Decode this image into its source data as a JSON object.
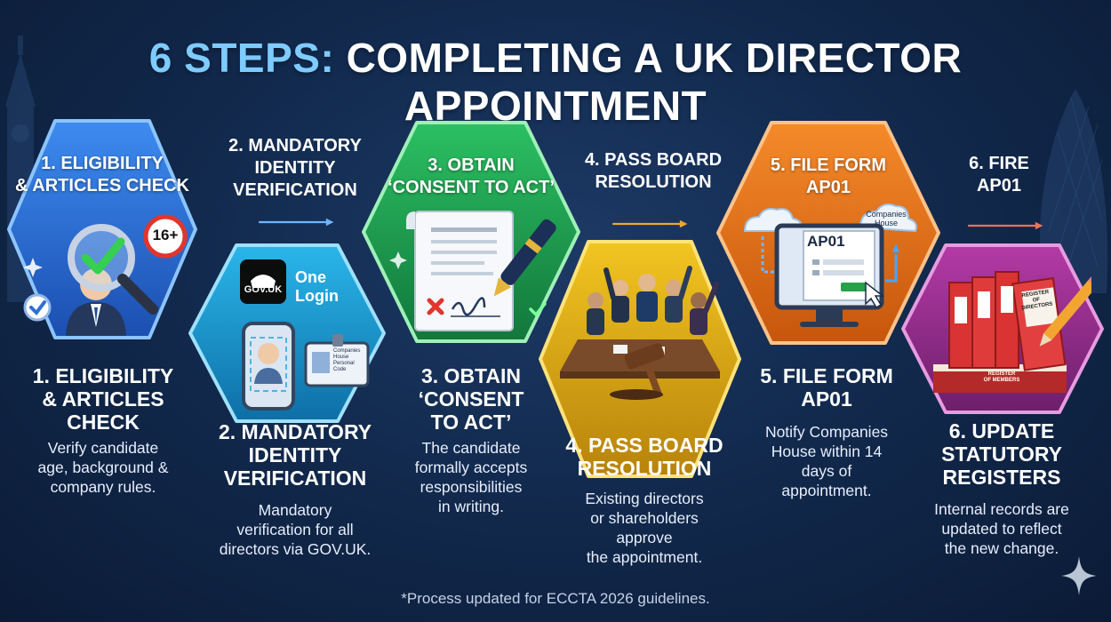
{
  "title": {
    "highlight": "6 STEPS:",
    "main": "COMPLETING A UK DIRECTOR APPOINTMENT"
  },
  "steps": [
    {
      "hex_title": "1. ELIGIBILITY\n& ARTICLES CHECK",
      "age_badge": "16+",
      "caption_title": "1. ELIGIBILITY\n& ARTICLES\nCHECK",
      "caption_desc": "Verify candidate\nage, background &\ncompany rules.",
      "color": "#2f6fd6"
    },
    {
      "flow_label": "2. MANDATORY\nIDENTITY\nVERIFICATION",
      "govuk_text": "GOV.UK",
      "one_login": "One\nLogin",
      "id_card_text": "Companies\nHouse\nPersonal\nCode",
      "caption_title": "2. MANDATORY\nIDENTITY\nVERIFICATION",
      "caption_desc": "Mandatory\nverification for all\ndirectors via GOV.UK.",
      "color": "#1fa3d4"
    },
    {
      "hex_title": "3. OBTAIN\n‘CONSENT TO ACT’",
      "caption_title": "3. OBTAIN\n‘CONSENT\nTO ACT’",
      "caption_desc": "The candidate\nformally accepts\nresponsibilities\nin writing.",
      "color": "#1f9a52"
    },
    {
      "flow_label": "4. PASS BOARD\nRESOLUTION",
      "caption_title": "4. PASS BOARD\nRESOLUTION",
      "caption_desc": "Existing directors\nor shareholders\napprove\nthe appointment.",
      "color": "#d9a710"
    },
    {
      "hex_title": "5. FILE FORM\nAP01",
      "form_label": "AP01",
      "companies_house": "Companies\nHouse",
      "caption_title": "5. FILE FORM\nAP01",
      "caption_desc": "Notify Companies\nHouse within 14\ndays of\nappointment.",
      "color": "#e8731c"
    },
    {
      "flow_label": "6. FIRE\nAP01",
      "register_label": "REGISTER\nOF\nDIRECTORS",
      "shareholders_label": "REGISTER\nOF MEMBERS",
      "caption_title": "6. UPDATE\nSTATUTORY\nREGISTERS",
      "caption_desc": "Internal records are\nupdated to reflect\nthe new change.",
      "color": "#9c2c8e"
    }
  ],
  "footnote": "*Process updated for ECCTA 2026 guidelines.",
  "colors": {
    "accent": "#7ecbff",
    "background": "#122a4e",
    "arrow": "#6fb6ff",
    "arrow_orange": "#f2a531",
    "arrow_red": "#f0705a"
  },
  "icons": [
    "magnifier-check-icon",
    "passport-phone-icon",
    "signed-document-pen-icon",
    "board-meeting-gavel-icon",
    "laptop-form-icon",
    "register-binders-icon",
    "sparkle-icon"
  ]
}
